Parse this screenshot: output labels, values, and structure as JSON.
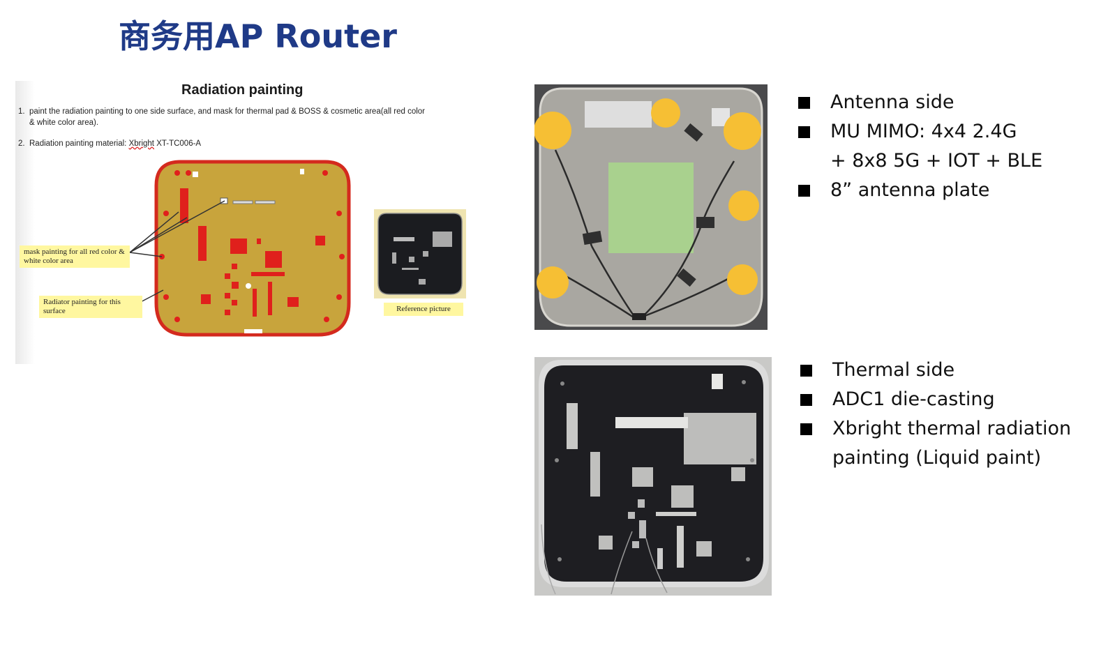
{
  "slide": {
    "title": "商务用AP Router"
  },
  "document": {
    "heading": "Radiation painting",
    "steps": [
      {
        "num": "1.",
        "line1": "paint the radiation painting to one side surface, and mask for thermal pad & BOSS & cosmetic area(all red color",
        "line2": "& white color area)."
      },
      {
        "num": "2.",
        "pre": "Radiation painting material: ",
        "brand": "Xbright",
        "post": "  XT-TC006-A"
      }
    ],
    "callouts": {
      "mask": "mask painting for all red color & white color area",
      "radiator": "Radiator painting for this surface",
      "reference": "Reference picture"
    }
  },
  "antenna_side": {
    "bullets": [
      "Antenna side",
      "MU MIMO: 4x4 2.4G",
      "8” antenna plate"
    ],
    "continuation": "+ 8x8 5G + IOT + BLE"
  },
  "thermal_side": {
    "bullets": [
      "Thermal side",
      "ADC1 die-casting",
      "Xbright thermal radiation"
    ],
    "continuation": "painting (Liquid paint)"
  },
  "colors": {
    "title": "#1f3a87",
    "plate_paint": "#c8a43c",
    "mask_red": "#e0201c",
    "antenna_pad": "#f6bf34",
    "green_block": "#a9d18e",
    "callout_bg": "#fff7a0"
  }
}
